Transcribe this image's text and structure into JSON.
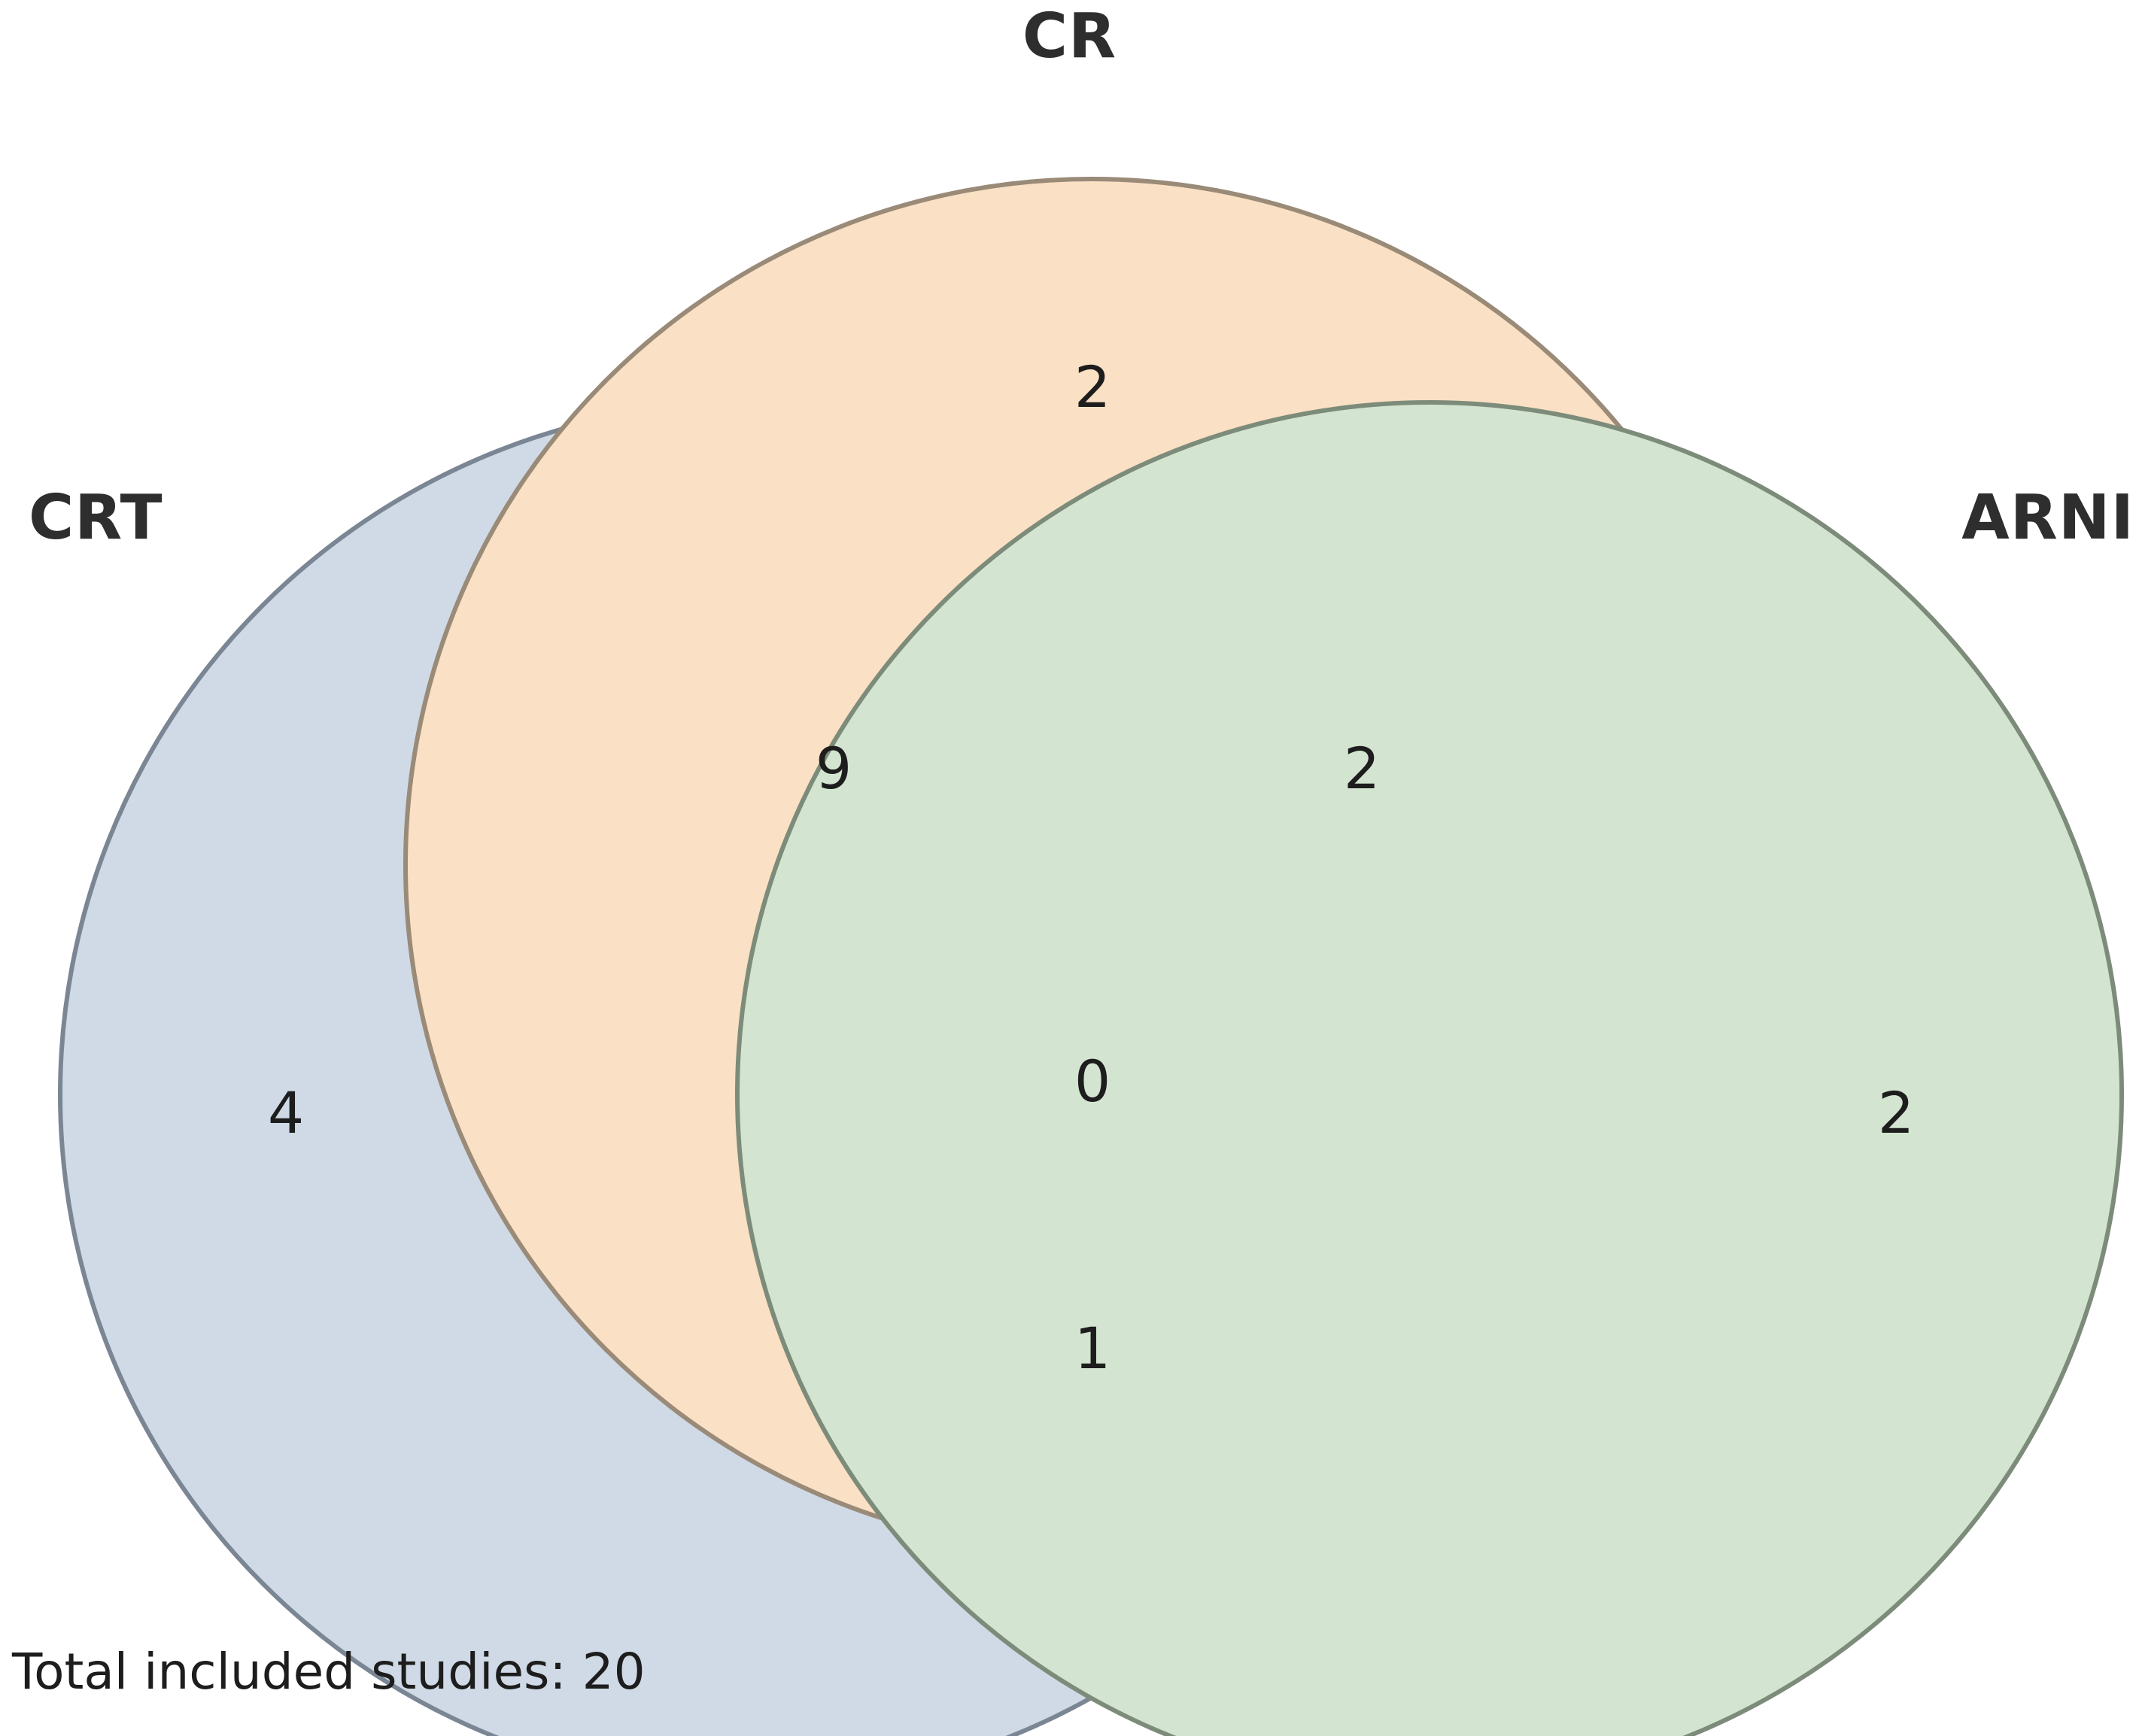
{
  "chart_data": {
    "type": "venn",
    "title": "",
    "sets": [
      "CRT",
      "CR",
      "ARNI"
    ],
    "set_labels": {
      "left": "CRT",
      "top": "CR",
      "right": "ARNI"
    },
    "regions": [
      {
        "id": "CRT",
        "label": "CRT only",
        "value": 4,
        "fill": "#cfdae6"
      },
      {
        "id": "CR",
        "label": "CR only",
        "value": 2,
        "fill": "#fae0c4"
      },
      {
        "id": "ARNI",
        "label": "ARNI only",
        "value": 2,
        "fill": "#d3e5d0"
      },
      {
        "id": "CRT_CR",
        "label": "CRT and CR",
        "value": 9,
        "fill": "#d9c6b6"
      },
      {
        "id": "CR_ARNI",
        "label": "CR and ARNI",
        "value": 2,
        "fill": "#dcd6a5"
      },
      {
        "id": "CRT_ARNI",
        "label": "CRT and ARNI",
        "value": 1,
        "fill": "#b5cfc6"
      },
      {
        "id": "CRT_CR_ARNI",
        "label": "CRT, CR and ARNI",
        "value": 0,
        "fill": "#c1b892"
      }
    ],
    "total_label": "Total included studies: 20",
    "total": 20,
    "colors": {
      "crt_fill": "#aac4de",
      "cr_fill": "#f5c391",
      "arni_fill": "#a8cba0",
      "stroke": "#6b7480",
      "label_text": "#2e2e2e",
      "count_text": "#1d1d1d",
      "background": "#ffffff"
    },
    "legend": "none",
    "grid": false
  },
  "figure": {
    "labels": {
      "crt": "CRT",
      "cr": "CR",
      "arni": "ARNI"
    },
    "counts": {
      "crt_only": "4",
      "cr_only": "2",
      "arni_only": "2",
      "crt_cr": "9",
      "cr_arni": "2",
      "crt_arni": "1",
      "all_three": "0"
    },
    "footer": "Total included studies: 20"
  }
}
